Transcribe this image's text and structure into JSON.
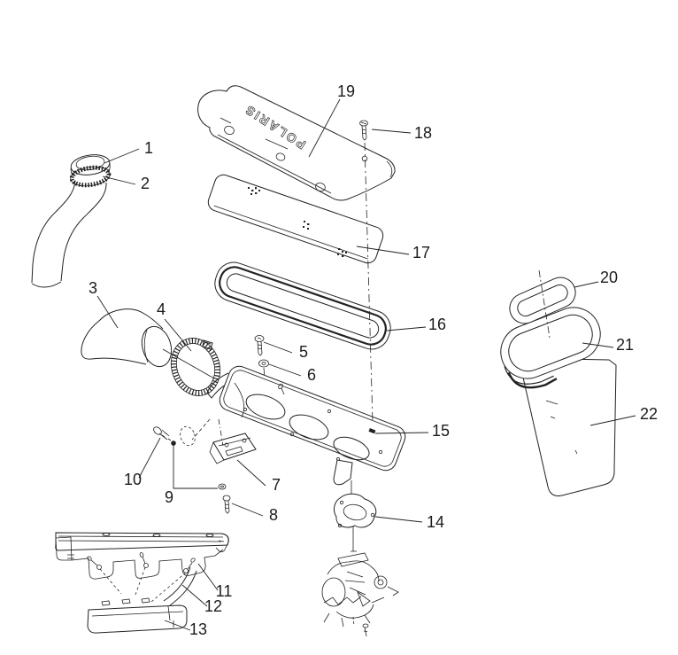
{
  "diagram": {
    "background_color": "#ffffff",
    "line_color": "#222222",
    "logo_text": "POLARIS",
    "callouts": {
      "c1": "1",
      "c2": "2",
      "c3": "3",
      "c4": "4",
      "c5": "5",
      "c6": "6",
      "c7": "7",
      "c8": "8",
      "c9": "9",
      "c10": "10",
      "c11": "11",
      "c12": "12",
      "c13": "13",
      "c14": "14",
      "c15": "15",
      "c16": "16",
      "c17": "17",
      "c18": "18",
      "c19": "19",
      "c20": "20",
      "c21": "21",
      "c22": "22"
    }
  }
}
